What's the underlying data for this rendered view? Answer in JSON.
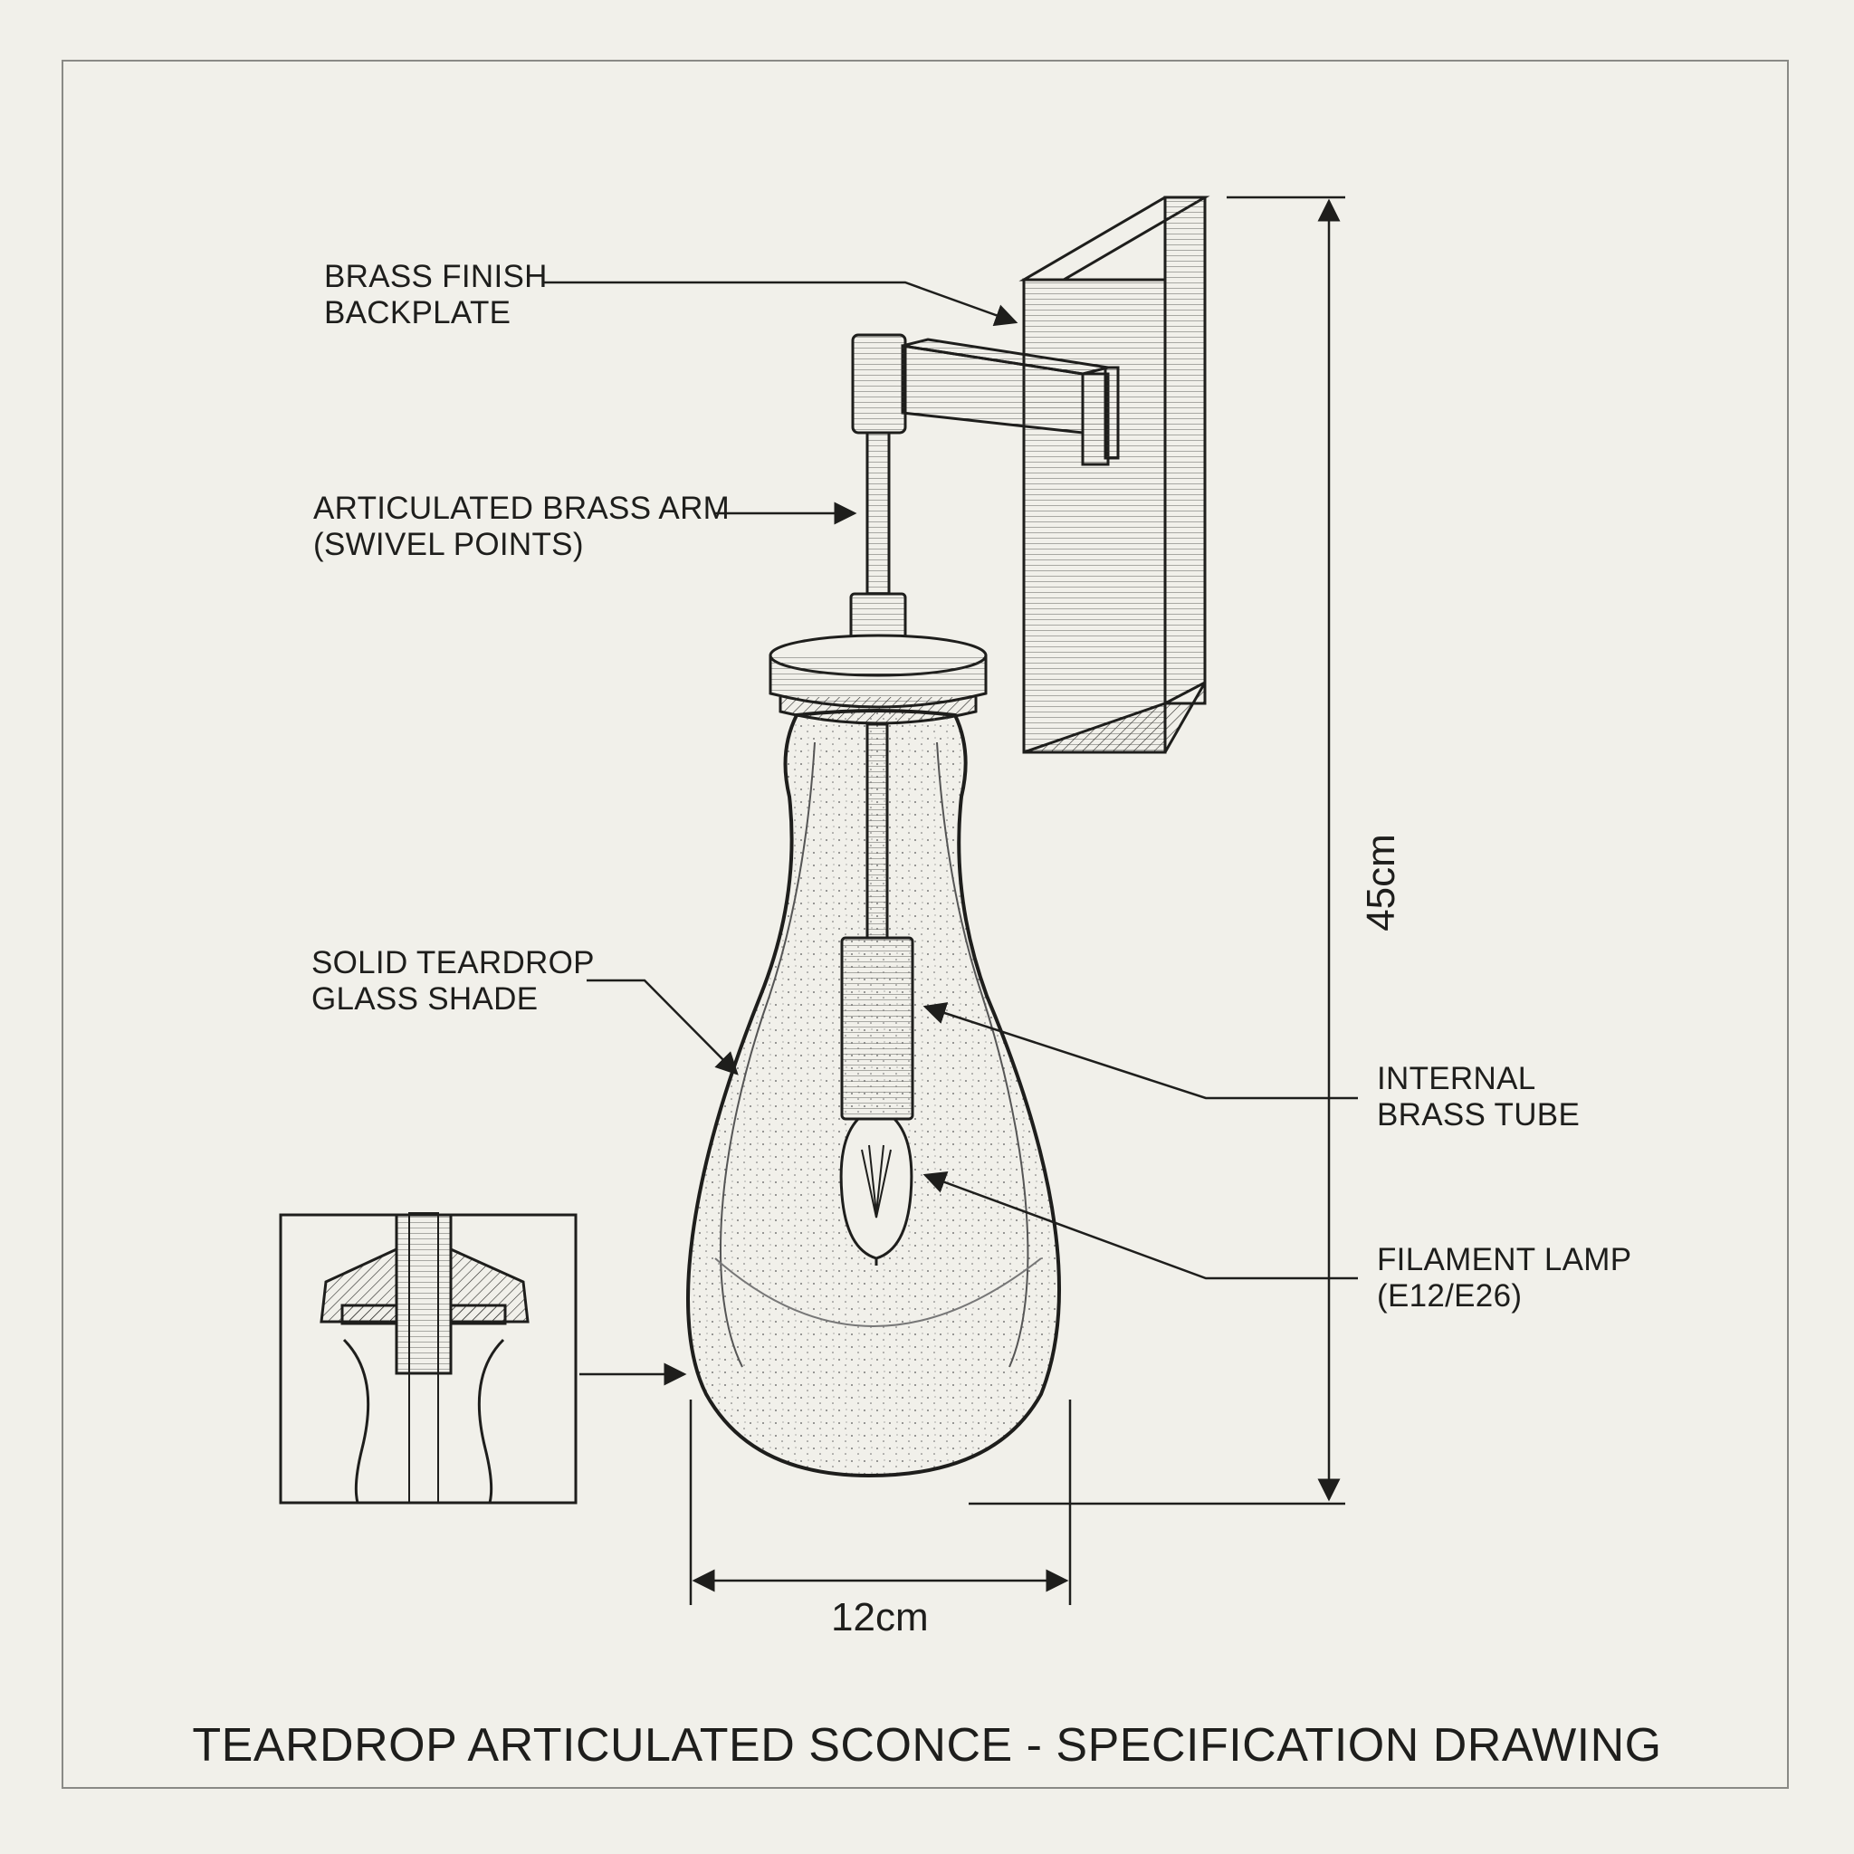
{
  "labels": {
    "backplate": [
      "BRASS FINISH",
      "BACKPLATE"
    ],
    "arm": [
      "ARTICULATED BRASS ARM",
      "(SWIVEL POINTS)"
    ],
    "shade": [
      "SOLID TEARDROP",
      "GLASS SHADE"
    ],
    "tube": [
      "INTERNAL",
      "BRASS TUBE"
    ],
    "lamp": [
      "FILAMENT LAMP",
      "(E12/E26)"
    ]
  },
  "dimensions": {
    "height": "45cm",
    "width": "12cm"
  },
  "title": "TEARDROP ARTICULATED SCONCE - SPECIFICATION DRAWING",
  "colors": {
    "paper": "#f1f0ea",
    "ink": "#1e1e1c"
  }
}
